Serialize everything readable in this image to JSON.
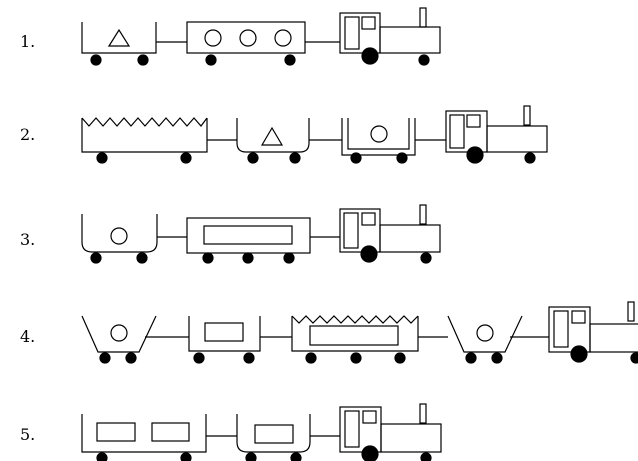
{
  "stroke_color": "#000000",
  "fill_color": "#ffffff",
  "rows": [
    {
      "label": "1."
    },
    {
      "label": "2."
    },
    {
      "label": "3."
    },
    {
      "label": "4."
    },
    {
      "label": "5."
    }
  ]
}
